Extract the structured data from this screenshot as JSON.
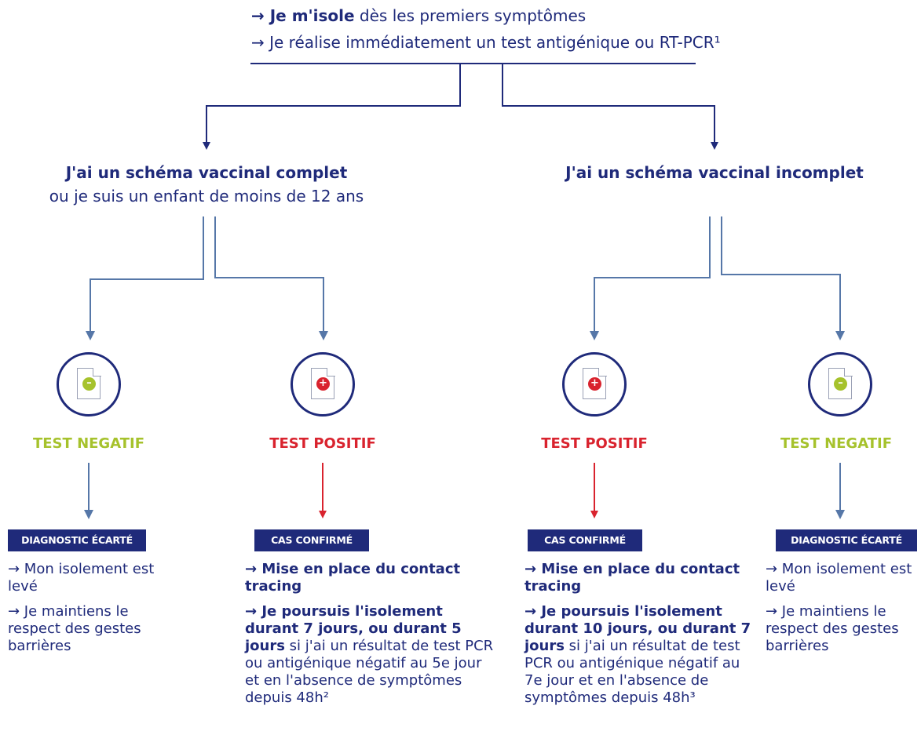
{
  "header": {
    "line1_bold": "→ Je m'isole",
    "line1_rest": " dès les premiers symptômes",
    "line2": "→ Je réalise immédiatement un test antigénique ou RT-PCR¹"
  },
  "branches": {
    "left": {
      "title": "J'ai un schéma vaccinal complet",
      "subtitle": "ou je suis un enfant de moins de 12 ans"
    },
    "right": {
      "title": "J'ai un schéma vaccinal incomplet"
    }
  },
  "colors": {
    "navy": "#1f2a7a",
    "green": "#a6c22c",
    "red": "#d9232e",
    "arrow_blue": "#5677a8"
  },
  "icons": {
    "negative_symbol": "–",
    "positive_symbol": "+"
  },
  "outcomes": [
    {
      "result": "TEST NEGATIF",
      "badge": "DIAGNOSTIC ÉCARTÉ",
      "p1": "→ Mon isolement est levé",
      "p2": "→ Je maintiens le respect des gestes barrières"
    },
    {
      "result": "TEST POSITIF",
      "badge": "CAS CONFIRMÉ",
      "p1": "→ Mise en place du contact tracing",
      "p2_bold": "→ Je poursuis l'isolement durant 7 jours, ou durant 5 jours",
      "p2_rest": " si j'ai un résultat de test PCR ou antigénique négatif au 5e jour et en l'absence de symptômes depuis 48h²"
    },
    {
      "result": "TEST POSITIF",
      "badge": "CAS CONFIRMÉ",
      "p1": "→ Mise en place du contact tracing",
      "p2_bold": "→  Je poursuis l'isolement durant 10 jours, ou durant 7 jours",
      "p2_rest": " si j'ai un résultat de test PCR ou antigénique négatif au 7e jour et en l'absence de symptômes depuis 48h³"
    },
    {
      "result": "TEST NEGATIF",
      "badge": "DIAGNOSTIC ÉCARTÉ",
      "p1": "→ Mon isolement est levé",
      "p2": "→ Je maintiens le respect des gestes barrières"
    }
  ]
}
